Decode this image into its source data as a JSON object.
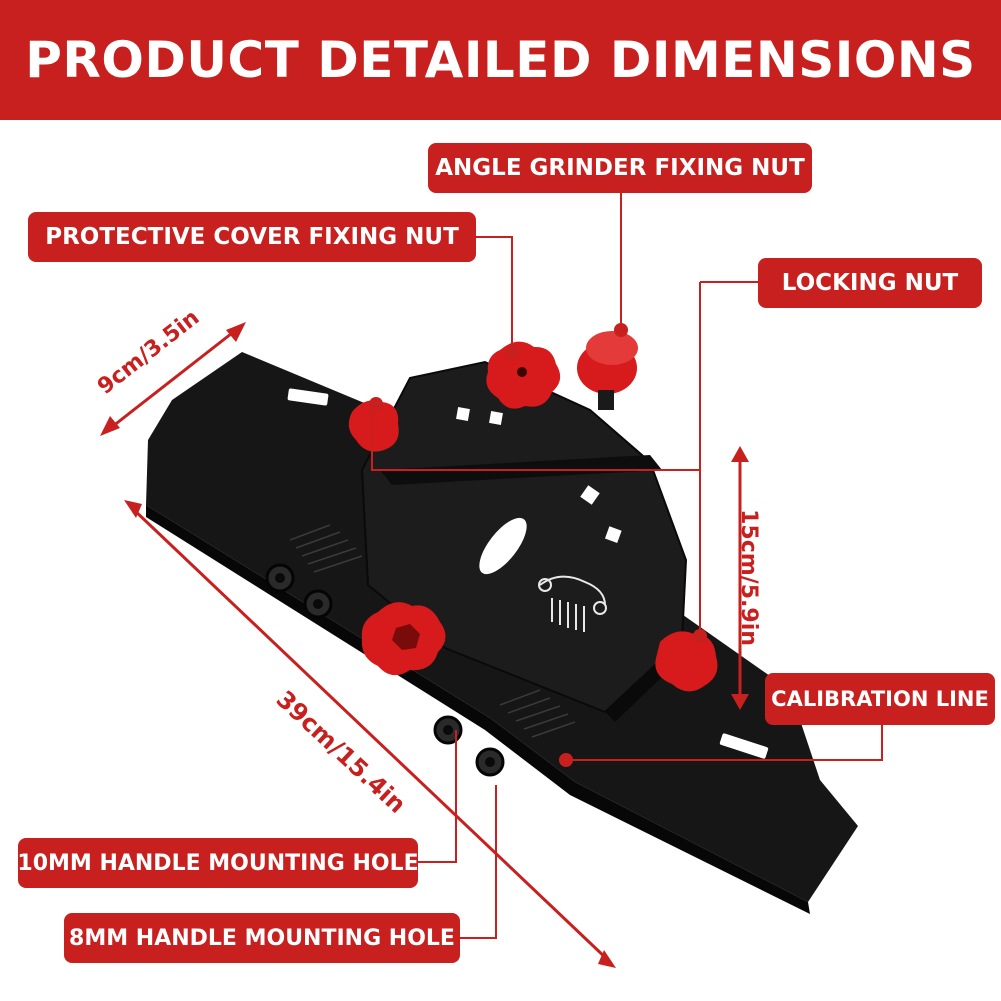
{
  "banner": {
    "title": "PRODUCT DETAILED DIMENSIONS"
  },
  "callouts": {
    "angle_grinder_fixing_nut": "ANGLE GRINDER FIXING NUT",
    "protective_cover_fixing_nut": "PROTECTIVE COVER FIXING NUT",
    "locking_nut": "LOCKING NUT",
    "calibration_line": "CALIBRATION LINE",
    "handle_hole_10mm": "10MM HANDLE MOUNTING HOLE",
    "handle_hole_8mm": "8MM HANDLE MOUNTING HOLE"
  },
  "dimensions": {
    "width": "9cm/3.5in",
    "height": "15cm/5.9in",
    "length": "39cm/15.4in"
  },
  "colors": {
    "accent": "#c8201e",
    "body": "#161616",
    "background": "#ffffff"
  }
}
